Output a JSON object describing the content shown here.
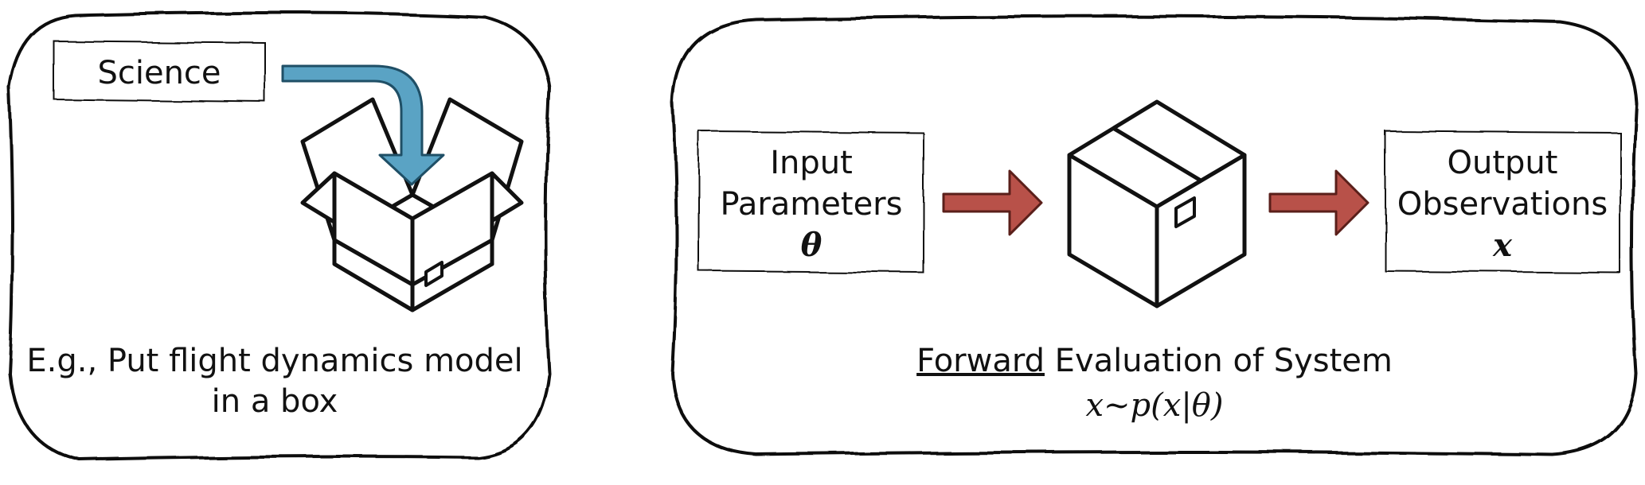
{
  "left_panel": {
    "science_label": "Science",
    "caption_line1": "E.g., Put flight dynamics model",
    "caption_line2": "in a box"
  },
  "right_panel": {
    "input_line1": "Input",
    "input_line2": "Parameters",
    "input_symbol": "θ",
    "output_line1": "Output",
    "output_line2": "Observations",
    "output_symbol": "x",
    "caption_underlined": "Forward",
    "caption_rest": " Evaluation of System",
    "formula": "x~p(x|θ)"
  },
  "colors": {
    "outline": "#111111",
    "science_arrow": "#5aa3c4",
    "flow_arrow": "#b85149"
  }
}
